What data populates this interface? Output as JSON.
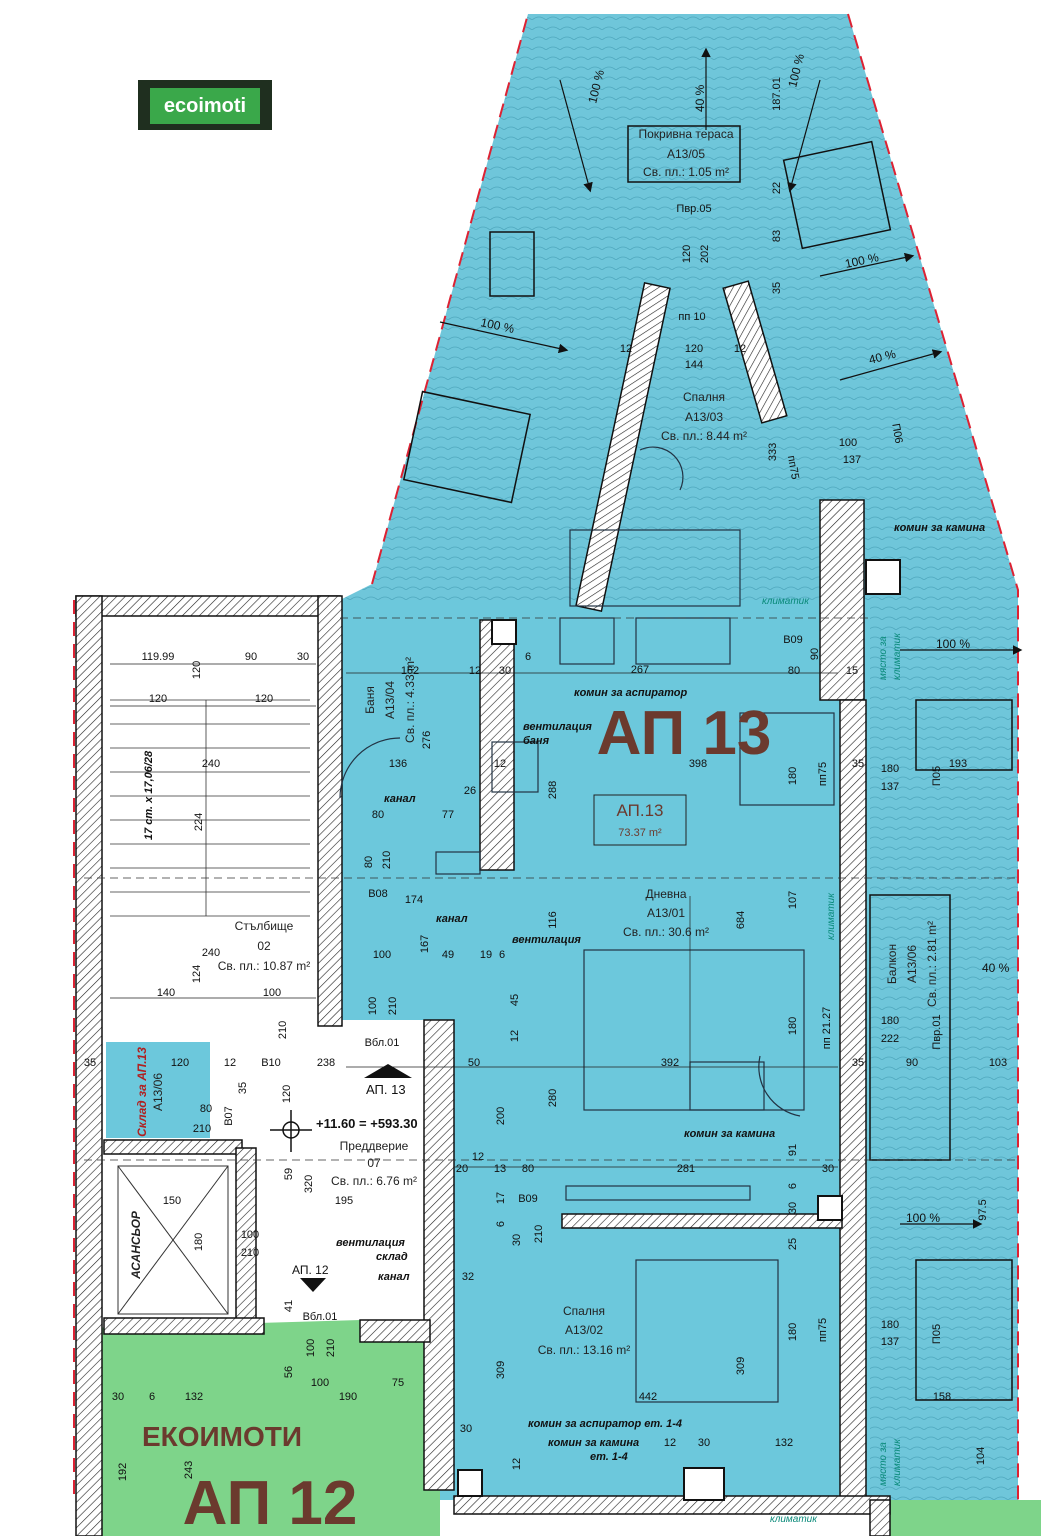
{
  "logo": {
    "text": "ecoimoti"
  },
  "apartments": {
    "ap13_big": "АП 13",
    "ap12_big": "АП 12",
    "brand": "ЕКОИМОТИ",
    "ap13_box_title": "АП.13",
    "ap13_box_area": "73.37 m²"
  },
  "rooms": {
    "terrace": {
      "name": "Покривна тераса",
      "code": "A13/05",
      "area": "Св. пл.: 1.05 m²"
    },
    "bedroom3": {
      "name": "Спалня",
      "code": "A13/03",
      "area": "Св. пл.: 8.44 m²"
    },
    "bath": {
      "name": "Баня",
      "code": "A13/04",
      "area": "Св. пл.: 4.33 m²"
    },
    "living": {
      "name": "Дневна",
      "code": "A13/01",
      "area": "Св. пл.: 30.6 m²"
    },
    "bedroom2": {
      "name": "Спалня",
      "code": "A13/02",
      "area": "Св. пл.: 13.16 m²"
    },
    "balcony": {
      "name": "Балкон",
      "code": "A13/06",
      "area": "Св. пл.: 2.81 m²"
    },
    "stairs": {
      "name": "Стълбище",
      "code": "02",
      "area": "Св. пл.: 10.87 m²"
    },
    "lobby": {
      "name": "Преддверие",
      "code": "07",
      "area": "Св. пл.: 6.76 m²"
    },
    "storage": {
      "name": "Склад за АП.13",
      "code": "A13/06"
    },
    "elevator": {
      "name": "АСАНСЬОР"
    }
  },
  "notes": {
    "fireplace_chimney": "комин за камина",
    "hood_chimney": "комин за аспиратор",
    "vent_bath": "вентилация",
    "vent_bath2": "баня",
    "vent": "вентилация",
    "canal": "канал",
    "canal2": "канал",
    "canal3": "канал",
    "fireplace_chimney2": "комин за камина",
    "hood_chimney_floors": "комин за аспиратор ет. 1-4",
    "fireplace_floors": "комин за камина",
    "fireplace_floors2": "ет. 1-4",
    "vent_storage": "вентилация",
    "vent_storage2": "склад",
    "level": "+11.60 = +593.30",
    "ap13_label": "АП. 13",
    "ap12_label": "АП. 12",
    "stairs_spec": "17 ст. х 17,06/28",
    "klim1": "климатик",
    "klim2": "климатик",
    "klim3": "климатик",
    "klim_place1": "място за",
    "klim_place2": "климатик",
    "klim_place3": "място за",
    "klim_place4": "климатик"
  },
  "slopes": [
    "100 %",
    "40 %",
    "100 %",
    "100 %",
    "40 %",
    "100 %",
    "100 %",
    "40 %",
    "100 %"
  ],
  "tags": {
    "pvr05": "Пвр.05",
    "pp10": "пп 10",
    "p06": "П06",
    "pp75a": "пп75",
    "b09a": "B09",
    "b08": "B08",
    "b10": "B10",
    "b07": "B07",
    "b09b": "B09",
    "vbl01a": "Вбл.01",
    "vbl01b": "Вбл.01",
    "pp75b": "пп75",
    "pp75c": "пп75",
    "p05a": "П05",
    "p05b": "П05",
    "pvr01": "Пвр.01",
    "pp2127": "пп 21.27"
  },
  "dims": {
    "d18701": "187.01",
    "d22": "22",
    "d83": "83",
    "d35": "35",
    "d120a": "120",
    "d202": "202",
    "d12a": "12",
    "d120b": "120",
    "d12b": "12",
    "d144": "144",
    "d100a": "100",
    "d137a": "137",
    "d333": "333",
    "d11999": "119.99",
    "d90a": "90",
    "d30a": "30",
    "d120c": "120",
    "d120d": "120",
    "d120e": "120",
    "d240a": "240",
    "d224": "224",
    "d240b": "240",
    "d124": "124",
    "d140": "140",
    "d100b": "100",
    "d162": "162",
    "d12c": "12",
    "d30b": "30",
    "d6a": "6",
    "d267": "267",
    "d80a": "80",
    "d90b": "90",
    "d15": "15",
    "d276": "276",
    "d136": "136",
    "d12d": "12",
    "d26": "26",
    "d77": "77",
    "d288": "288",
    "d398": "398",
    "d180a": "180",
    "d35b": "35",
    "d180b": "180",
    "d137b": "137",
    "d193": "193",
    "d80b": "80",
    "d80c": "80",
    "d210a": "210",
    "d174": "174",
    "d116": "116",
    "d684": "684",
    "d107": "107",
    "d167": "167",
    "d49": "49",
    "d19": "19",
    "d6b": "6",
    "d45": "45",
    "d12e": "12",
    "d100c": "100",
    "d210b": "210",
    "d100d": "100",
    "d210c": "210",
    "d238": "238",
    "d50": "50",
    "d392": "392",
    "d180c": "180",
    "d180d": "180",
    "d222": "222",
    "d35c": "35",
    "d90c": "90",
    "d103": "103",
    "d280": "280",
    "d200": "200",
    "d12f": "12",
    "d120f": "120",
    "d80d": "80",
    "d210d": "210",
    "d35d": "35",
    "d120g": "120",
    "d12g": "12",
    "d35e": "35",
    "d20": "20",
    "d13": "13",
    "d80e": "80",
    "d281": "281",
    "d91": "91",
    "d30c": "30",
    "d6c": "6",
    "d30d": "30",
    "d150": "150",
    "d180e": "180",
    "d100e": "100",
    "d210e": "210",
    "d59": "59",
    "d320": "320",
    "d195": "195",
    "d17": "17",
    "d6d": "6",
    "d210f": "210",
    "d32": "32",
    "d30e": "30",
    "d25": "25",
    "d975": "97.5",
    "d41": "41",
    "d56": "56",
    "d100f": "100",
    "d210g": "210",
    "d100g": "100",
    "d190": "190",
    "d75": "75",
    "d30f": "30",
    "d6e": "6",
    "d132a": "132",
    "d309a": "309",
    "d442": "442",
    "d309b": "309",
    "d180f": "180",
    "d180g": "180",
    "d137c": "137",
    "d158": "158",
    "d104": "104",
    "d30g": "30",
    "d12h": "12",
    "d30h": "30",
    "d12i": "12",
    "d132b": "132",
    "d192": "192",
    "d243": "243"
  }
}
